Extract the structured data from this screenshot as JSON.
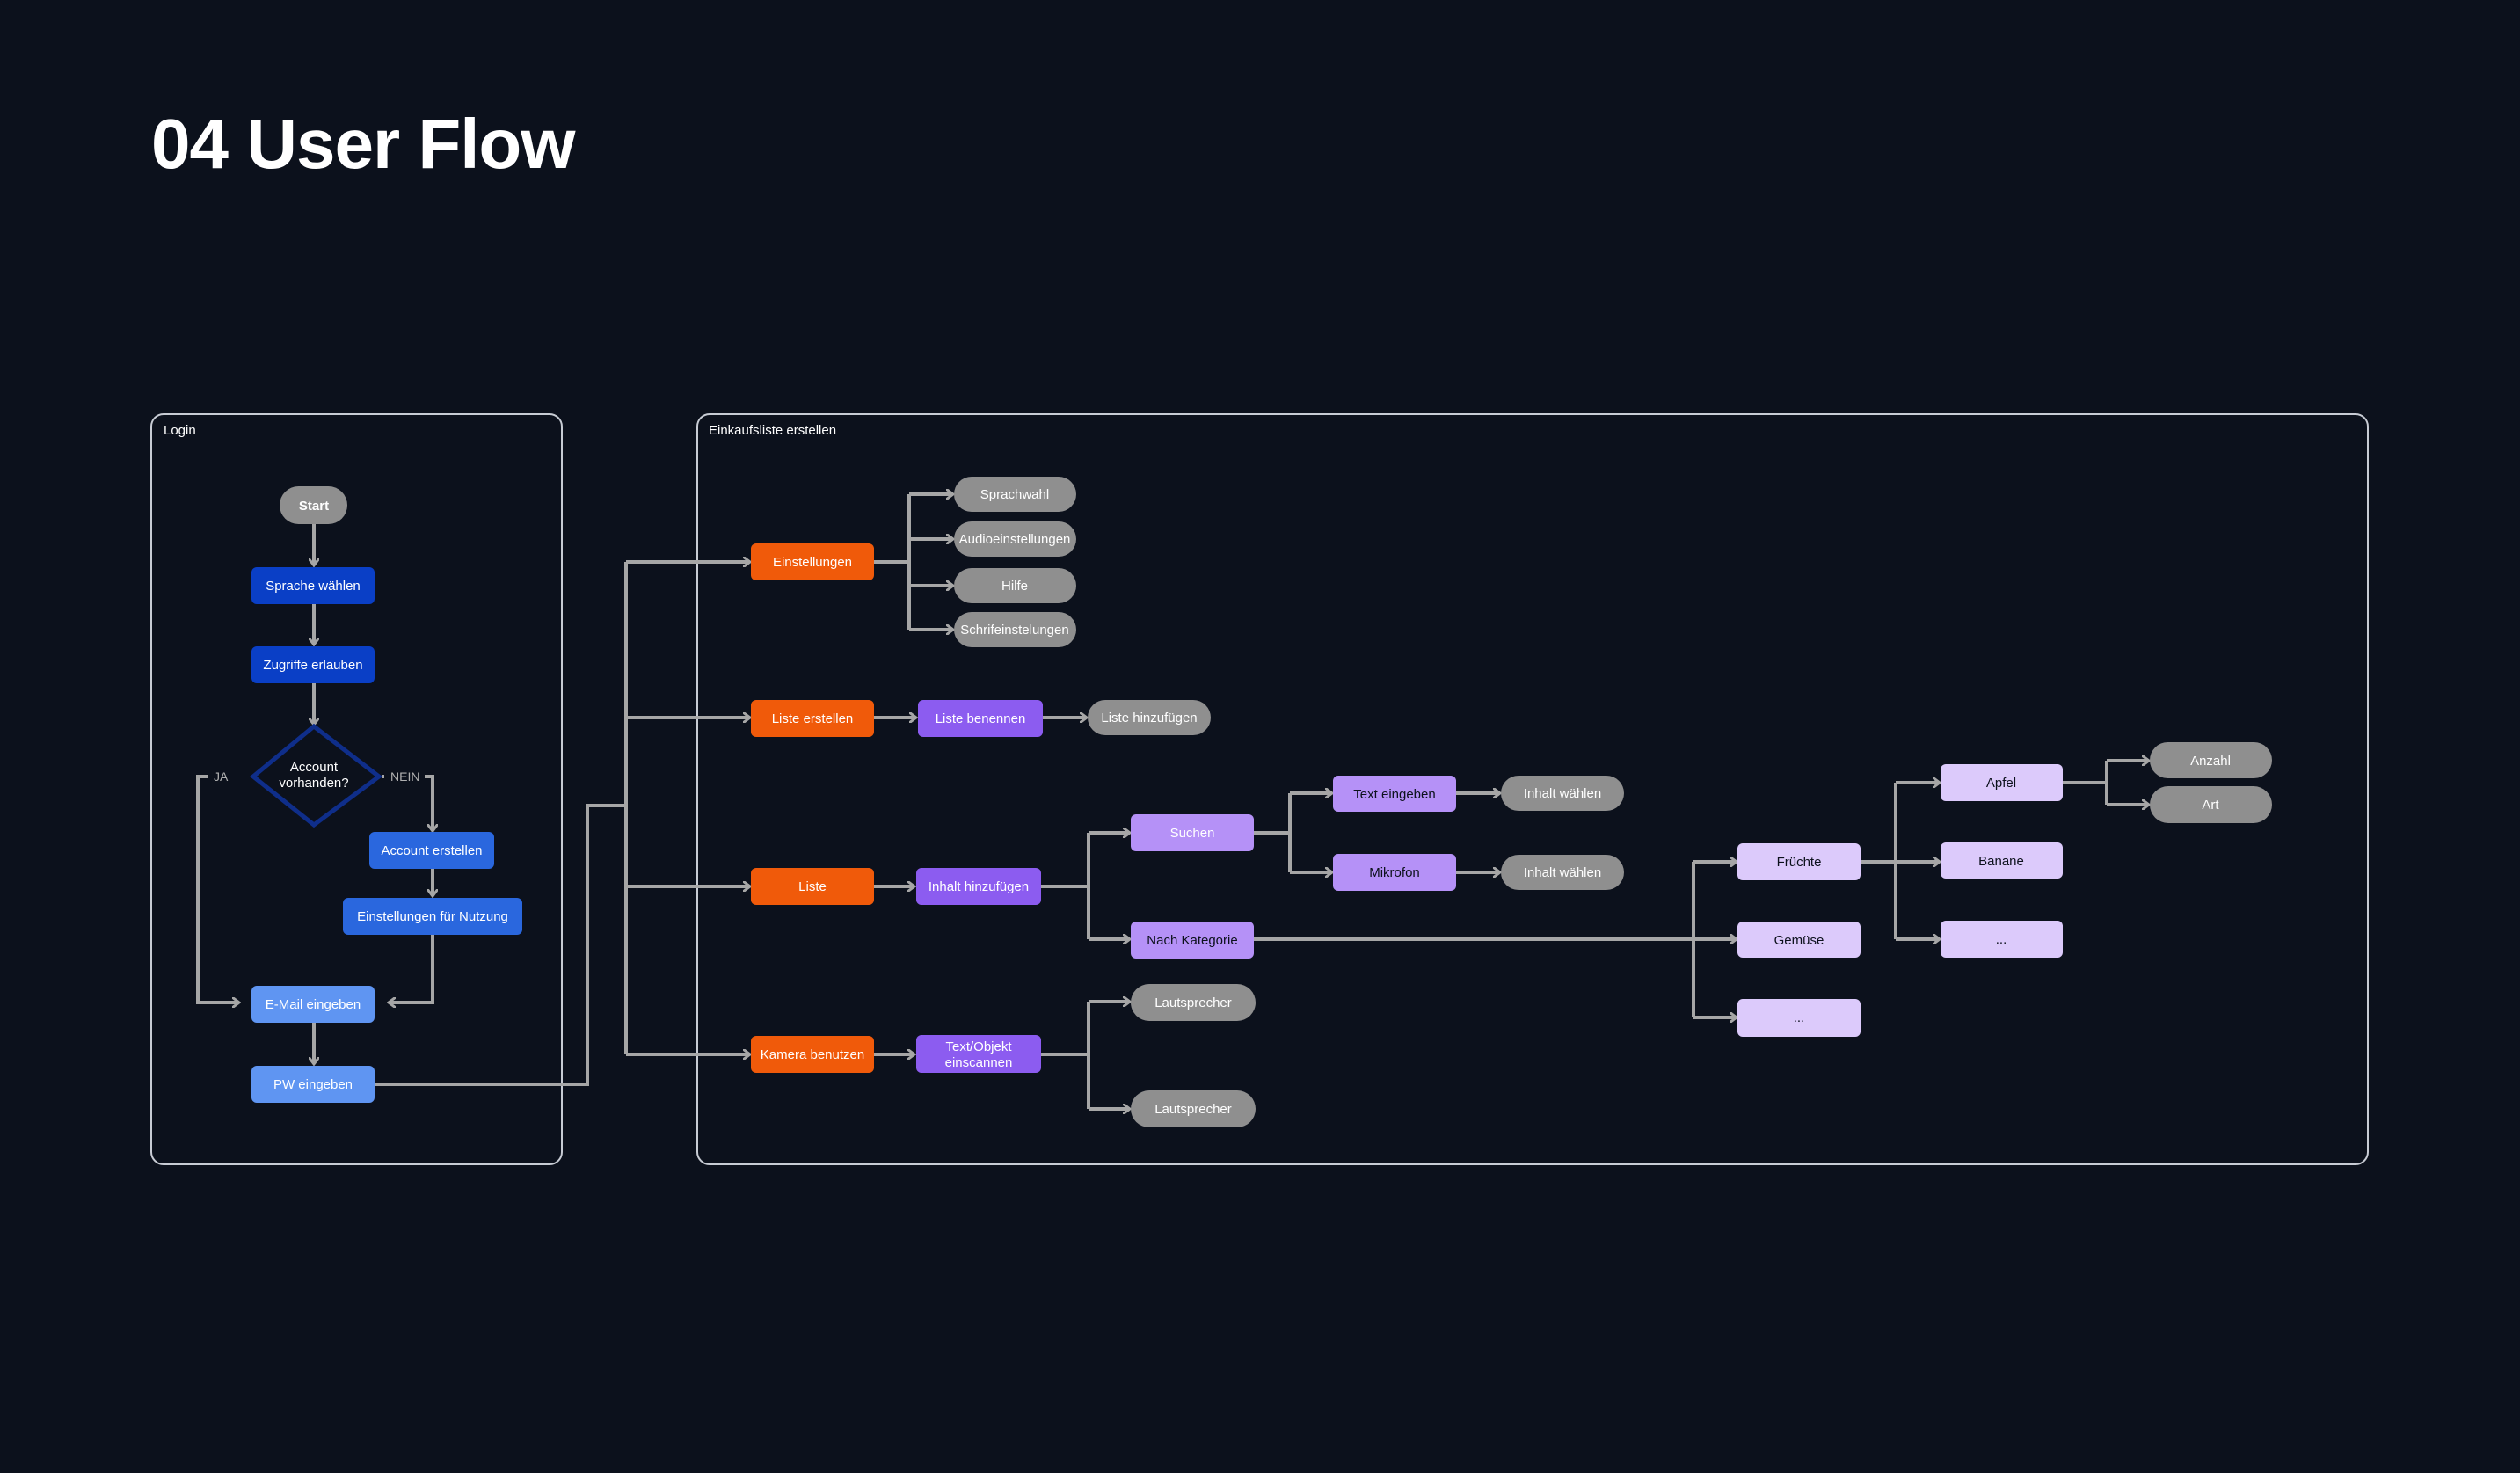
{
  "title": "04 User Flow",
  "colors": {
    "background": "#0c111c",
    "connector": "#a6a6a6",
    "frame": "#c8ccd4",
    "gray": "#8f8f8f",
    "blue_dark": "#0a3fc6",
    "blue_mid": "#2a67de",
    "blue_light": "#5f95f2",
    "orange": "#f05a0a",
    "purple_dark": "#8c5cf0",
    "purple_mid": "#b591f7",
    "purple_light": "#dccafb"
  },
  "frames": {
    "login": "Login",
    "einkauf": "Einkaufsliste erstellen"
  },
  "labels": {
    "ja": "JA",
    "nein": "NEIN"
  },
  "nodes": {
    "start": "Start",
    "sprache_waehlen": "Sprache wählen",
    "zugriffe_erlauben": "Zugriffe erlauben",
    "account_vorhanden_1": "Account",
    "account_vorhanden_2": "vorhanden?",
    "account_erstellen": "Account erstellen",
    "einstellungen_nutzung": "Einstellungen für Nutzung",
    "email_eingeben": "E-Mail eingeben",
    "pw_eingeben": "PW eingeben",
    "einstellungen": "Einstellungen",
    "sprachwahl": "Sprachwahl",
    "audioeinstellungen": "Audioeinstellungen",
    "hilfe": "Hilfe",
    "schrifeinstelungen": "Schrifeinstelungen",
    "liste_erstellen": "Liste erstellen",
    "liste_benennen": "Liste benennen",
    "liste_hinzufuegen": "Liste hinzufügen",
    "liste": "Liste",
    "inhalt_hinzufuegen": "Inhalt hinzufügen",
    "suchen": "Suchen",
    "text_eingeben": "Text eingeben",
    "inhalt_waehlen_1": "Inhalt wählen",
    "mikrofon": "Mikrofon",
    "inhalt_waehlen_2": "Inhalt wählen",
    "nach_kategorie": "Nach Kategorie",
    "fruechte": "Früchte",
    "gemuese": "Gemüse",
    "kategorie_mehr": "...",
    "apfel": "Apfel",
    "banane": "Banane",
    "obst_mehr": "...",
    "anzahl": "Anzahl",
    "art": "Art",
    "kamera_benutzen": "Kamera benutzen",
    "text_objekt_1": "Text/Objekt",
    "text_objekt_2": "einscannen",
    "lautsprecher_1": "Lautsprecher",
    "lautsprecher_2": "Lautsprecher"
  }
}
